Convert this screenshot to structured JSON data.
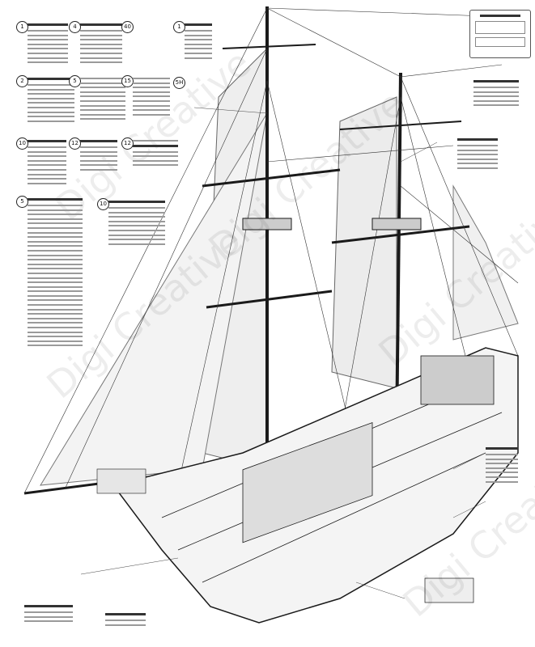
{
  "watermark": "Digi Creative",
  "legend_numbers": [
    "1",
    "4",
    "40",
    "1",
    "2",
    "5",
    "15",
    "5H",
    "10",
    "12",
    "12",
    "5",
    "10"
  ],
  "colors": {
    "ink": "#1a1a1a",
    "background": "#ffffff",
    "sail": "#e8e8e8"
  }
}
